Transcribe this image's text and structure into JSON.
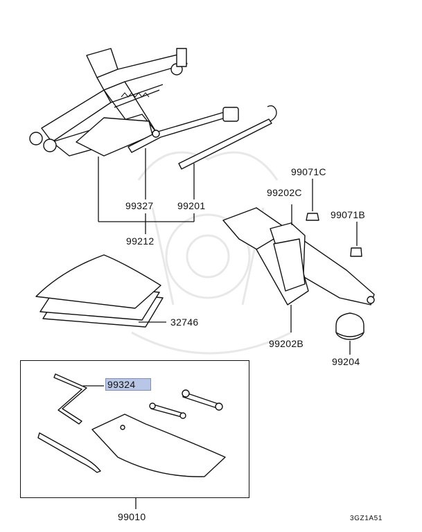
{
  "labels": {
    "p99327": "99327",
    "p99201": "99201",
    "p99212": "99212",
    "p99071c": "99071C",
    "p99202c": "99202C",
    "p99071b": "99071B",
    "p32746": "32746",
    "p99202b": "99202B",
    "p99204": "99204",
    "p99324": "99324",
    "p99010": "99010",
    "diagram_code": "3GZ1A51"
  },
  "colors": {
    "highlight": "#b9c7e6",
    "line": "#111111",
    "watermark": "#e8e8e8"
  }
}
